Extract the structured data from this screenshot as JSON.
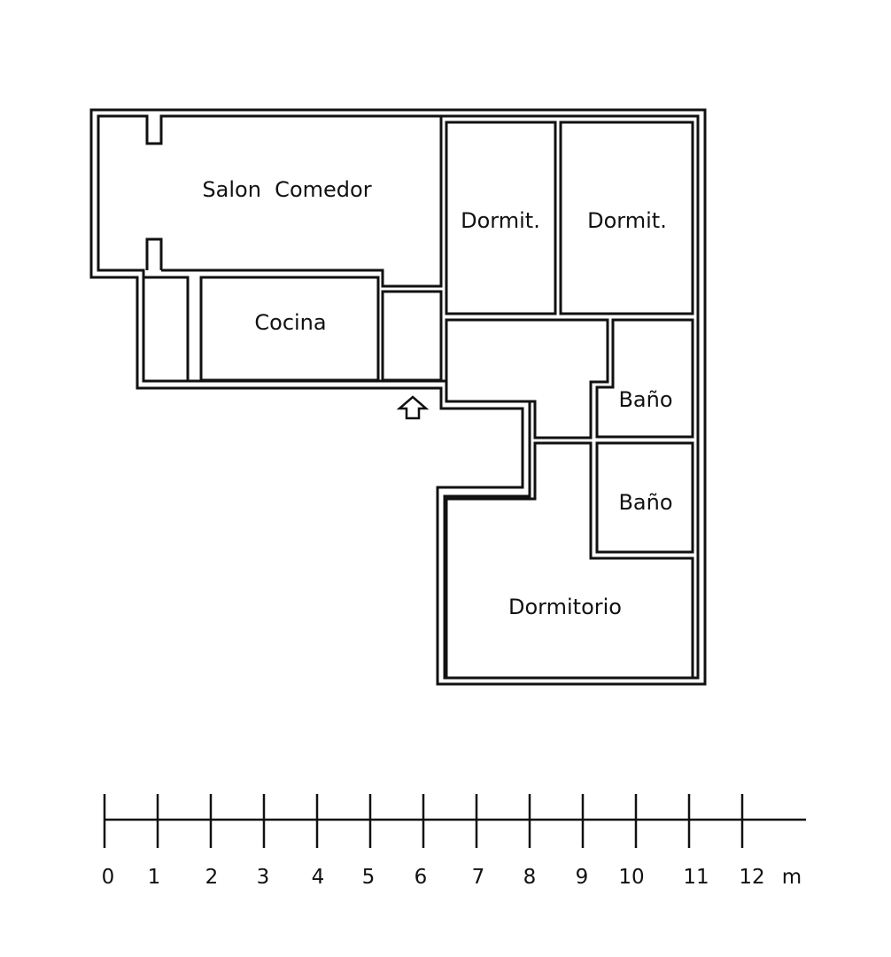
{
  "rooms": {
    "salon_comedor": "Salon  Comedor",
    "dormit_1": "Dormit.",
    "dormit_2": "Dormit.",
    "cocina": "Cocina",
    "bano_1": "Baño",
    "bano_2": "Baño",
    "dormitorio": "Dormitorio"
  },
  "scale": {
    "ticks": [
      "0",
      "1",
      "2",
      "3",
      "4",
      "5",
      "6",
      "7",
      "8",
      "9",
      "10",
      "11",
      "12"
    ],
    "unit": "m"
  }
}
